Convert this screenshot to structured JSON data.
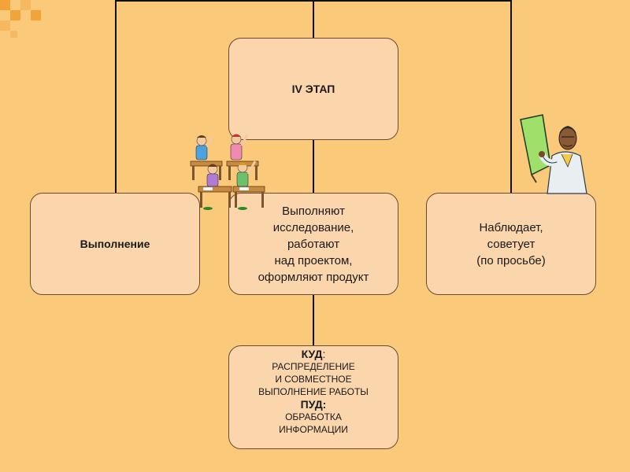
{
  "colors": {
    "background": "#fbc97a",
    "box_fill": "#fbd6ad",
    "box_border": "#6b4a33",
    "decor_squares": "#f2a33a"
  },
  "diagram": {
    "stage": {
      "label": "IV ЭТАП"
    },
    "left": {
      "label": "Выполнение"
    },
    "middle": {
      "lines": [
        "Выполняют",
        "исследование,",
        "работают",
        "над проектом,",
        "оформляют продукт"
      ]
    },
    "right": {
      "lines": [
        "Наблюдает,",
        "советует",
        "(по просьбе)"
      ]
    },
    "bottom": {
      "kud_heading": "КУД",
      "kud_colon": ":",
      "kud_lines": [
        "РАСПРЕДЕЛЕНИЕ",
        "И СОВМЕСТНОЕ",
        "ВЫПОЛНЕНИЕ РАБОТЫ"
      ],
      "pud_heading": "ПУД:",
      "pud_lines": [
        "ОБРАБОТКА",
        "ИНФОРМАЦИИ"
      ]
    }
  },
  "icons": {
    "students": "students-at-desks-icon",
    "teacher": "teacher-with-board-icon"
  }
}
